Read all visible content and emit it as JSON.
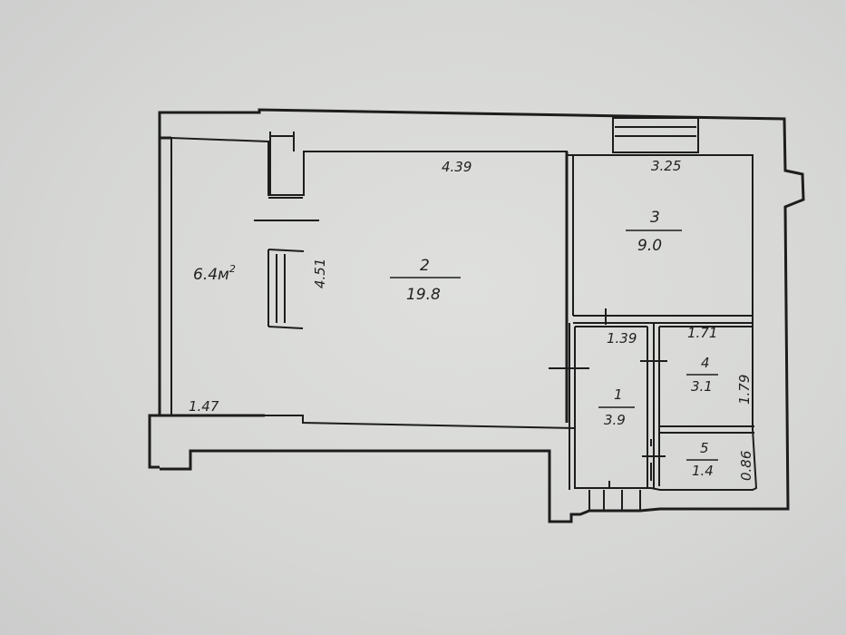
{
  "rooms": [
    {
      "number": "2",
      "area": "19.8"
    },
    {
      "number": "3",
      "area": "9.0"
    },
    {
      "number": "1",
      "area": "3.9"
    },
    {
      "number": "4",
      "area": "3.1"
    },
    {
      "number": "5",
      "area": "1.4"
    }
  ],
  "balcony_area": "6.4",
  "balcony_unit": "м",
  "balcony_superscript": "2",
  "dimensions": {
    "room2_width": "4.39",
    "room2_height": "4.51",
    "room3_width": "3.25",
    "room1_width": "1.39",
    "room4_width": "1.71",
    "room4_height": "1.79",
    "room5_height": "0.86",
    "balcony_width": "1.47"
  }
}
